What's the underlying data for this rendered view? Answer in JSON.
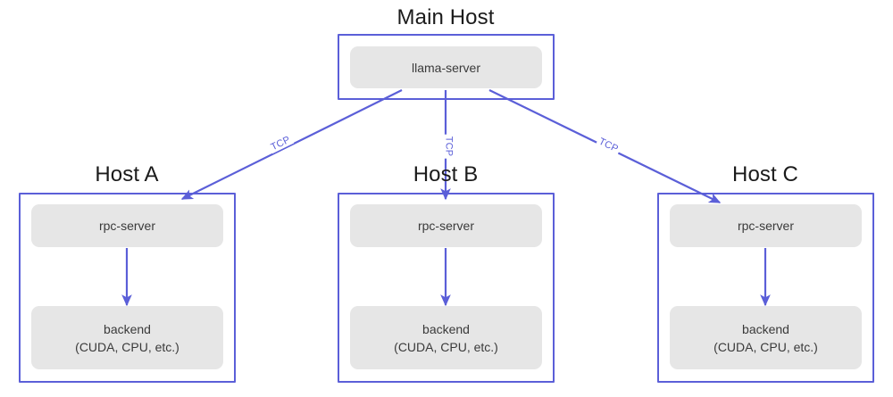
{
  "diagram": {
    "type": "architecture-topology",
    "background_color": "#ffffff",
    "accent_color": "#5b5fd8",
    "node_fill_color": "#e6e6e6",
    "node_text_color": "#3a3a3a",
    "title_text_color": "#1b1b1b"
  },
  "main_host": {
    "title": "Main Host",
    "node": {
      "label": "llama-server"
    }
  },
  "worker_hosts": [
    {
      "title": "Host A",
      "server_node": {
        "label": "rpc-server"
      },
      "backend_node": {
        "line1": "backend",
        "line2": "(CUDA, CPU, etc.)"
      }
    },
    {
      "title": "Host B",
      "server_node": {
        "label": "rpc-server"
      },
      "backend_node": {
        "line1": "backend",
        "line2": "(CUDA, CPU, etc.)"
      }
    },
    {
      "title": "Host C",
      "server_node": {
        "label": "rpc-server"
      },
      "backend_node": {
        "line1": "backend",
        "line2": "(CUDA, CPU, etc.)"
      }
    }
  ],
  "edges": [
    {
      "label": "TCP",
      "from": "llama-server",
      "to": "Host A rpc-server"
    },
    {
      "label": "TCP",
      "from": "llama-server",
      "to": "Host B rpc-server"
    },
    {
      "label": "TCP",
      "from": "llama-server",
      "to": "Host C rpc-server"
    }
  ],
  "internal_edges": [
    {
      "label": "",
      "from": "Host A rpc-server",
      "to": "Host A backend"
    },
    {
      "label": "",
      "from": "Host B rpc-server",
      "to": "Host B backend"
    },
    {
      "label": "",
      "from": "Host C rpc-server",
      "to": "Host C backend"
    }
  ]
}
